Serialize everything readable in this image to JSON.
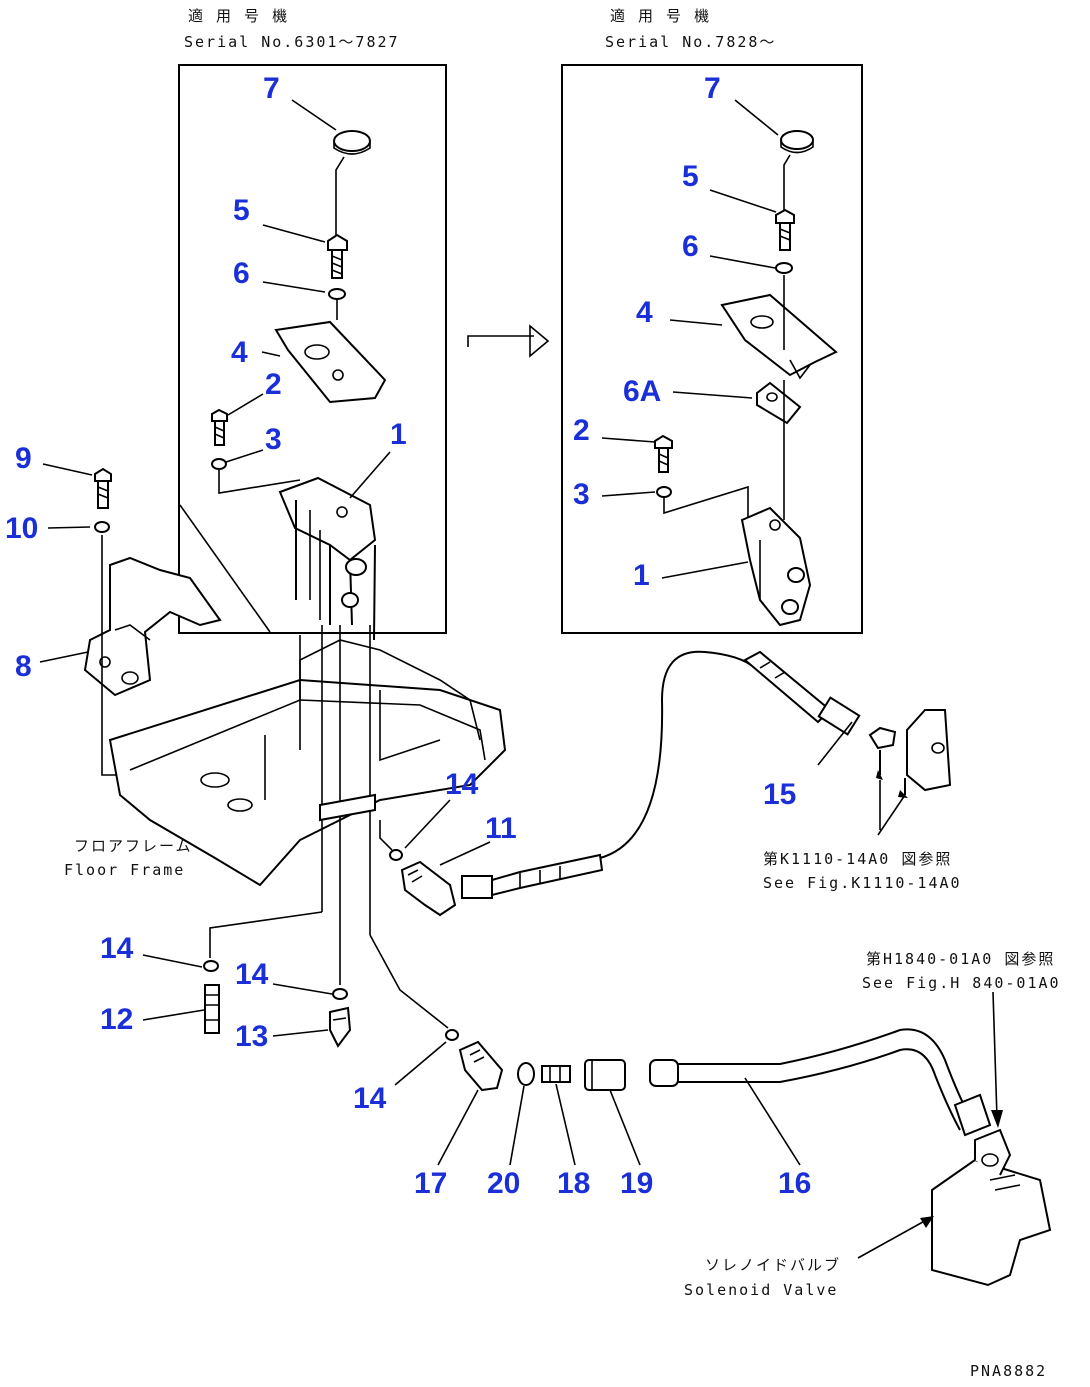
{
  "header_left": {
    "jp": "適 用 号 機",
    "en": "Serial No.6301～7827"
  },
  "header_right": {
    "jp": "適 用 号 機",
    "en": "Serial No.7828～"
  },
  "labels": {
    "floor_frame_jp": "フロアフレーム",
    "floor_frame_en": "Floor Frame",
    "see_fig1_jp": "第K1110-14A0 図参照",
    "see_fig1_en": "See Fig.K1110-14A0",
    "see_fig2_jp": "第H1840-01A0 図参照",
    "see_fig2_en": "See Fig.H 840-01A0",
    "solenoid_jp": "ソレノイドバルブ",
    "solenoid_en": "Solenoid Valve",
    "drawing_code": "PNA8882"
  },
  "callouts": {
    "l7": "7",
    "l5": "5",
    "l6": "6",
    "l4": "4",
    "l2": "2",
    "l3": "3",
    "l1": "1",
    "r7": "7",
    "r5": "5",
    "r6": "6",
    "r4": "4",
    "r6a": "6A",
    "r2": "2",
    "r3": "3",
    "r1": "1",
    "p9": "9",
    "p10": "10",
    "p8": "8",
    "p14a": "14",
    "p11": "11",
    "p15": "15",
    "p14b": "14",
    "p12": "12",
    "p14c": "14",
    "p13": "13",
    "p14d": "14",
    "p17": "17",
    "p20": "20",
    "p18": "18",
    "p19": "19",
    "p16": "16"
  },
  "colors": {
    "callout": "#1a2fd8",
    "line": "#000000",
    "background": "#ffffff"
  }
}
